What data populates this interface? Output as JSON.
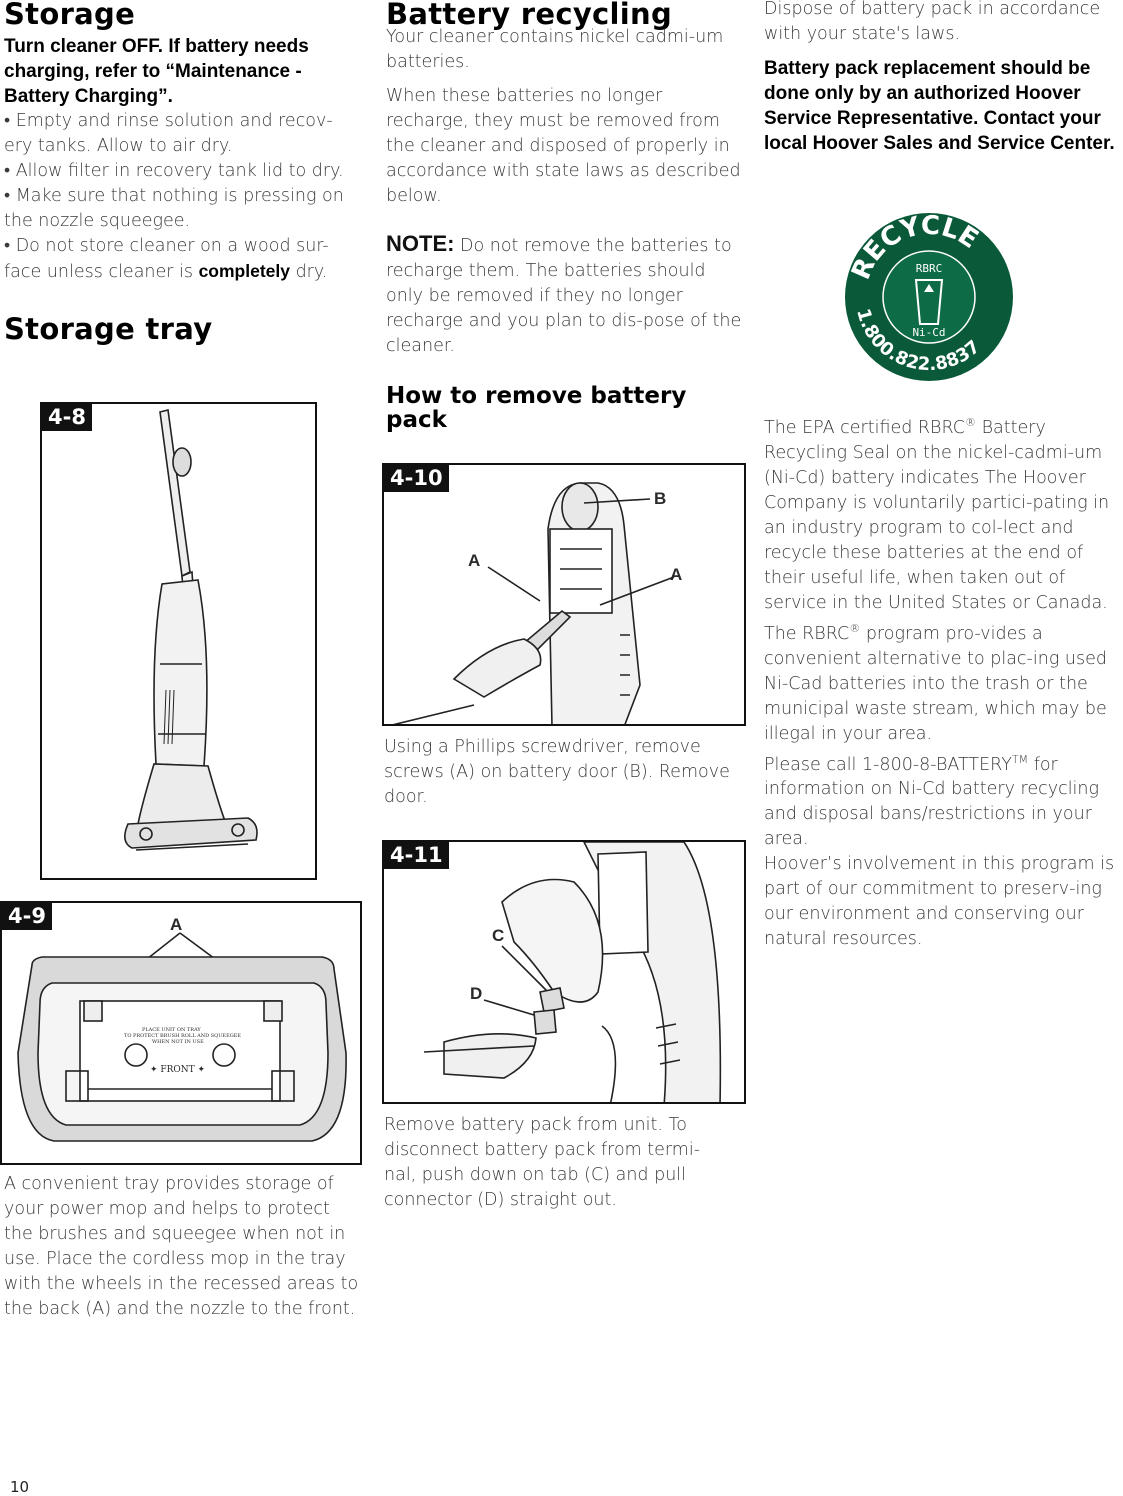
{
  "storage": {
    "title": "Storage",
    "intro_bold": "Turn cleaner OFF. If battery needs charging, refer to “Maintenance - Battery Charging”.",
    "bullets": [
      "• Empty and rinse solution and recov-ery tanks. Allow to air dry.",
      "• Allow filter in recovery tank lid to dry.",
      "• Make sure that nothing is pressing on the nozzle squeegee."
    ],
    "bullet4_pre": "• Do not store cleaner on a wood sur-face unless cleaner is ",
    "bullet4_bold": "completely",
    "bullet4_post": " dry."
  },
  "storage_tray": {
    "title": "Storage tray",
    "fig_48": "4-8",
    "fig_49": "4-9",
    "fig_49_callout": "A",
    "tray_text_1": "PLACE UNIT ON TRAY",
    "tray_text_2": "TO PROTECT BRUSH ROLL AND SQUEEGEE",
    "tray_text_3": "WHEN NOT IN USE",
    "tray_front": "✦ FRONT ✦",
    "caption": "A convenient tray provides storage of your power mop and helps to protect the brushes and squeegee when not in use. Place the cordless mop in the tray with the wheels in the recessed areas to the back (A) and the nozzle to the front."
  },
  "battery_recycling": {
    "title": "Battery recycling",
    "p1": "Your cleaner contains nickel cadmi-um batteries.",
    "p2": "When these batteries no longer recharge, they must be removed from the cleaner and disposed of properly in accordance with state laws as described below.",
    "note_label": "NOTE:",
    "note_text": " Do not remove the batteries to recharge them. The batteries should only be removed if they no longer recharge and you plan to dis-pose of the cleaner."
  },
  "remove_pack": {
    "title": "How to remove battery pack",
    "fig_410": "4-10",
    "callout_a": "A",
    "callout_b": "B",
    "caption_410": "Using a Phillips screwdriver, remove screws (A) on battery door (B). Remove door.",
    "fig_411": "4-11",
    "callout_c": "C",
    "callout_d": "D",
    "caption_411": "Remove battery pack from unit. To disconnect battery pack from termi-nal, push down on tab (C) and pull connector (D) straight out."
  },
  "disposal": {
    "p1": "Dispose of battery pack in accordance with your state's laws.",
    "bold": "Battery pack replacement should be done only by an authorized Hoover Service Representative. Contact your local Hoover Sales and Service Center.",
    "seal_recycle": "RECYCLE",
    "seal_rbrc": "RBRC",
    "seal_nicd": "Ni-Cd",
    "seal_phone": "1.800.822.8837",
    "epa_pre": "The EPA certified RBRC",
    "epa_post": " Battery Recycling Seal on the nickel-cadmi-um (Ni-Cd) battery indicates The Hoover Company is voluntarily partici-pating in an industry program to col-lect and recycle these batteries at the end of their useful life, when taken out of service in the United States or Canada. The RBRC",
    "epa_post2": " program pro-vides a convenient alternative to plac-ing used Ni-Cad batteries into the trash or the municipal waste stream, which may be illegal in your area.",
    "call_pre": "Please call 1-800-8-BATTERY",
    "call_tm": "TM",
    "call_post": " for information on Ni-Cd battery recycling and disposal bans/restrictions in your area.",
    "involvement": "Hoover’s involvement in this program is part of our commitment to preserv-ing our environment and conserving our natural resources.",
    "reg": "®"
  },
  "page_number": "10"
}
